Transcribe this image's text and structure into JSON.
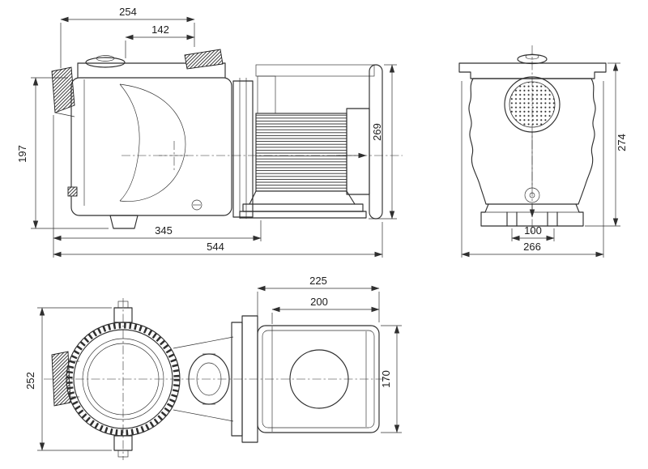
{
  "side_view": {
    "dims": {
      "top_width": "254",
      "top_inner_width": "142",
      "left_height": "197",
      "right_height": "269",
      "bottom_length": "345",
      "overall_length": "544"
    }
  },
  "end_view": {
    "dims": {
      "right_height": "274",
      "bottom_inner_width": "100",
      "bottom_width": "266"
    }
  },
  "plan_view": {
    "dims": {
      "top_width": "225",
      "top_inner_width": "200",
      "left_height": "252",
      "right_height": "170"
    }
  }
}
